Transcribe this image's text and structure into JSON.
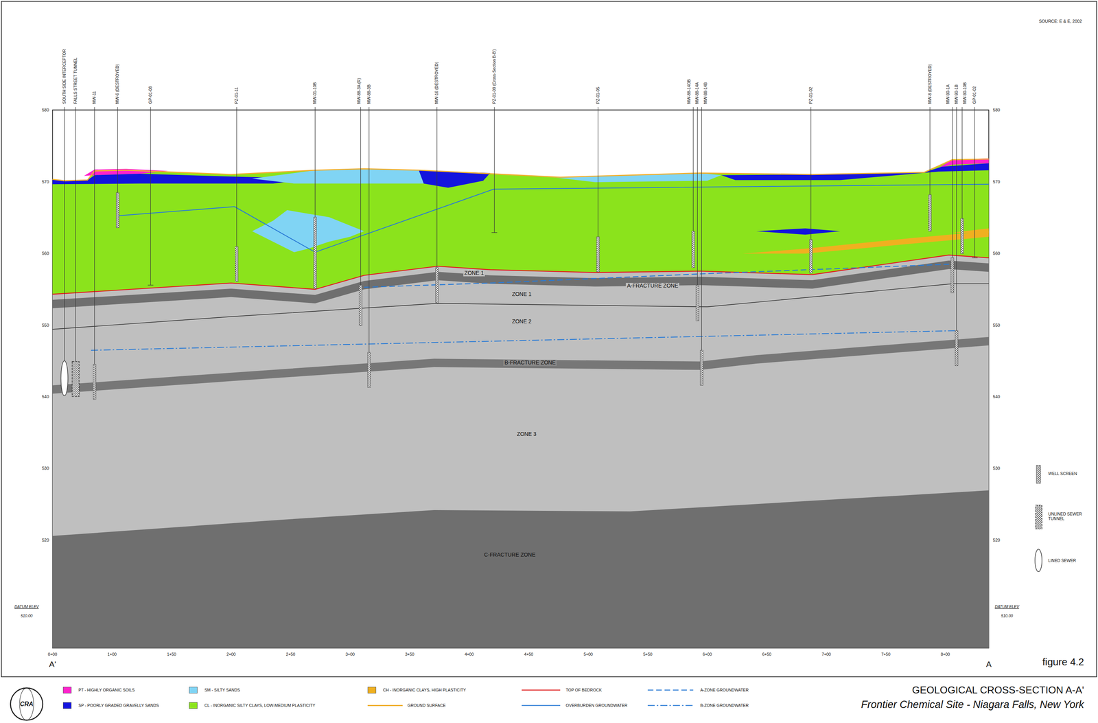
{
  "diagram": {
    "title": "GEOLOGICAL CROSS-SECTION A-A'",
    "labels": [
      "SOURCE: E & E, 2002",
      "SOUTH SIDE INTERCEPTOR",
      "FALLS STREET TUNNEL",
      "MW-11",
      "MW-6 (DESTROYED)",
      "GP-01-08",
      "PZ-01-11",
      "MW-01-10B",
      "MW-88-3A (R)",
      "MW-88-3B",
      "MW-16 (DESTROYED)",
      "PZ-01-09 (Cross-Section B-B')",
      "PZ-01-05",
      "MW-88-14OB",
      "MW-88-14A",
      "MW-88-14B",
      "PZ-01-02",
      "MW-8 (DESTROYED)",
      "MW-90-1A",
      "MW-90-1B",
      "MW-90-10B",
      "GP-01-02",
      "580",
      "570",
      "560",
      "550",
      "540",
      "530",
      "520",
      "580",
      "570",
      "560",
      "550",
      "540",
      "530",
      "520",
      "ZONE 1",
      "A-FRACTURE ZONE",
      "ZONE 1",
      "ZONE 2",
      "B-FRACTURE ZONE",
      "ZONE 3",
      "C-FRACTURE ZONE",
      "DATUM ELEV",
      "510.00",
      "DATUM ELEV",
      "510.00",
      "0+00",
      "1+00",
      "1+50",
      "2+00",
      "2+50",
      "3+00",
      "3+50",
      "4+00",
      "4+50",
      "5+00",
      "5+50",
      "6+00",
      "6+50",
      "7+00",
      "7+50",
      "8+00",
      "A'",
      "A",
      "figure 4.2",
      "Frontier Chemical Site - Niagara Falls, New York",
      "CRA"
    ],
    "legend": [
      {
        "text": "PT - HIGHLY ORGANIC SOILS",
        "color": "#ff22cc"
      },
      {
        "text": "SP - POORLY GRADED GRAVELLY SANDS",
        "color": "#1414dd"
      },
      {
        "text": "SM - SILTY SANDS",
        "color": "#80d4f4"
      },
      {
        "text": "CL - INORGANIC SILTY CLAYS, LOW-MEDIUM PLASTICITY",
        "color": "#8be31c"
      },
      {
        "text": "CH - INORGANIC CLAYS, HIGH PLASTICITY",
        "color": "#f0b020"
      },
      {
        "text": "GROUND SURFACE"
      },
      {
        "text": "TOP OF BEDROCK"
      },
      {
        "text": "OVERBURDEN GROUNDWATER"
      },
      {
        "text": "A-ZONE GROUNDWATER"
      },
      {
        "text": "B-ZONE GROUNDWATER"
      },
      {
        "text": "WELL SCREEN"
      },
      {
        "text": "UNLINED SEWER TUNNEL"
      },
      {
        "text": "LINED SEWER"
      }
    ]
  }
}
